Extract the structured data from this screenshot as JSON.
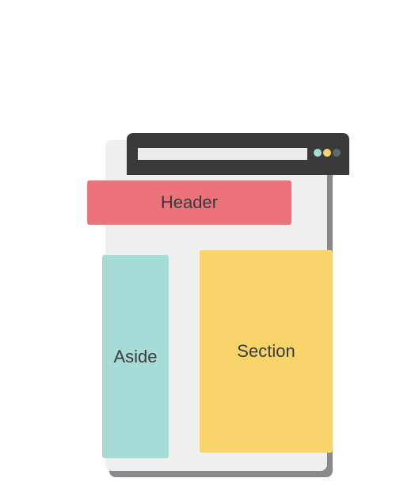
{
  "colors": {
    "page": "#efefef",
    "page_shadow": "#8a8a8a",
    "browser_bar": "#3a3a3a",
    "address_bar": "#ececec",
    "header": "#ec737c",
    "aside": "#a6dbd6",
    "section": "#f9d46a",
    "dots": [
      "#a6dbd6",
      "#f9d46a",
      "#5d6b6e"
    ]
  },
  "blocks": {
    "header": "Header",
    "aside": "Aside",
    "section": "Section"
  }
}
